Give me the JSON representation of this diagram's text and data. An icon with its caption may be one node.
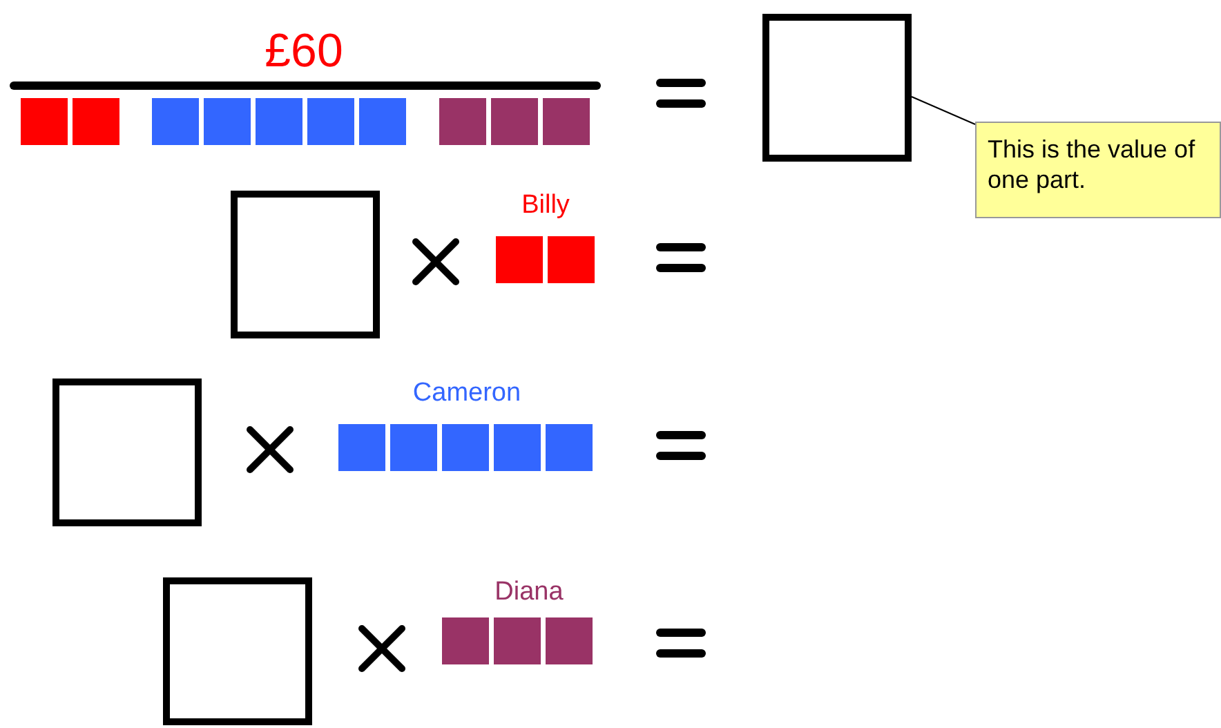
{
  "diagram": {
    "nodes": [
      {
        "text": [],
        "shape": "box"
      },
      {
        "text": [
          "This is the value of one part."
        ]
      },
      {
        "text": [],
        "shape": "box"
      },
      {
        "text": [],
        "shape": "box"
      },
      {
        "text": [],
        "shape": "box"
      }
    ],
    "edges": [
      {
        "from": 1,
        "to": 0,
        "arrow": "none"
      }
    ],
    "labels": [
      "£60",
      "Billy",
      "Cameron",
      "Diana"
    ]
  }
}
